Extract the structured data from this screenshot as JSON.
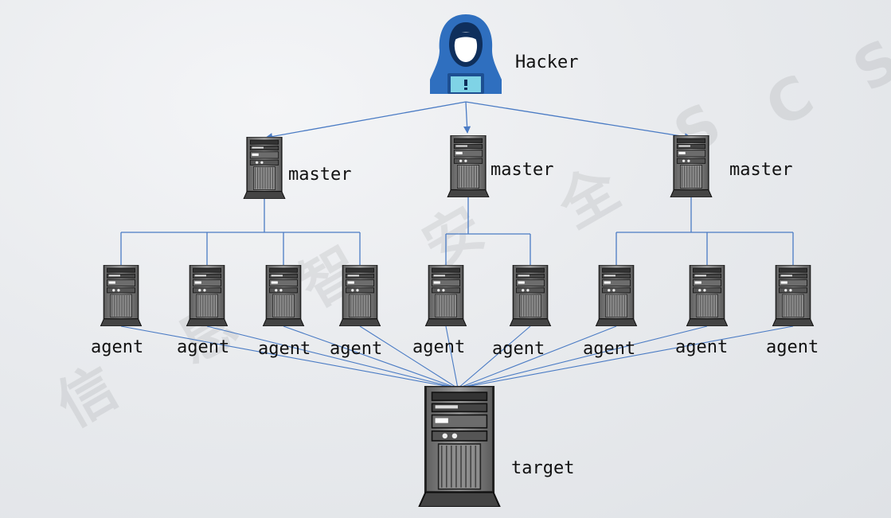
{
  "nodes": {
    "hacker": {
      "label": "Hacker"
    },
    "masters": [
      {
        "label": "master"
      },
      {
        "label": "master"
      },
      {
        "label": "master"
      }
    ],
    "agents": [
      {
        "label": "agent"
      },
      {
        "label": "agent"
      },
      {
        "label": "agent"
      },
      {
        "label": "agent"
      },
      {
        "label": "agent"
      },
      {
        "label": "agent"
      },
      {
        "label": "agent"
      },
      {
        "label": "agent"
      },
      {
        "label": "agent"
      }
    ],
    "target": {
      "label": "target"
    }
  },
  "watermark": [
    "信",
    "息",
    "智",
    "安",
    "全",
    "S",
    "C",
    "S"
  ],
  "colors": {
    "edge": "#4a7bc4",
    "hacker": "#2f6fbf",
    "server_body": "#7a7a7a"
  },
  "icons": {
    "hacker": "hooded-hacker-icon",
    "server": "server-tower-icon"
  }
}
